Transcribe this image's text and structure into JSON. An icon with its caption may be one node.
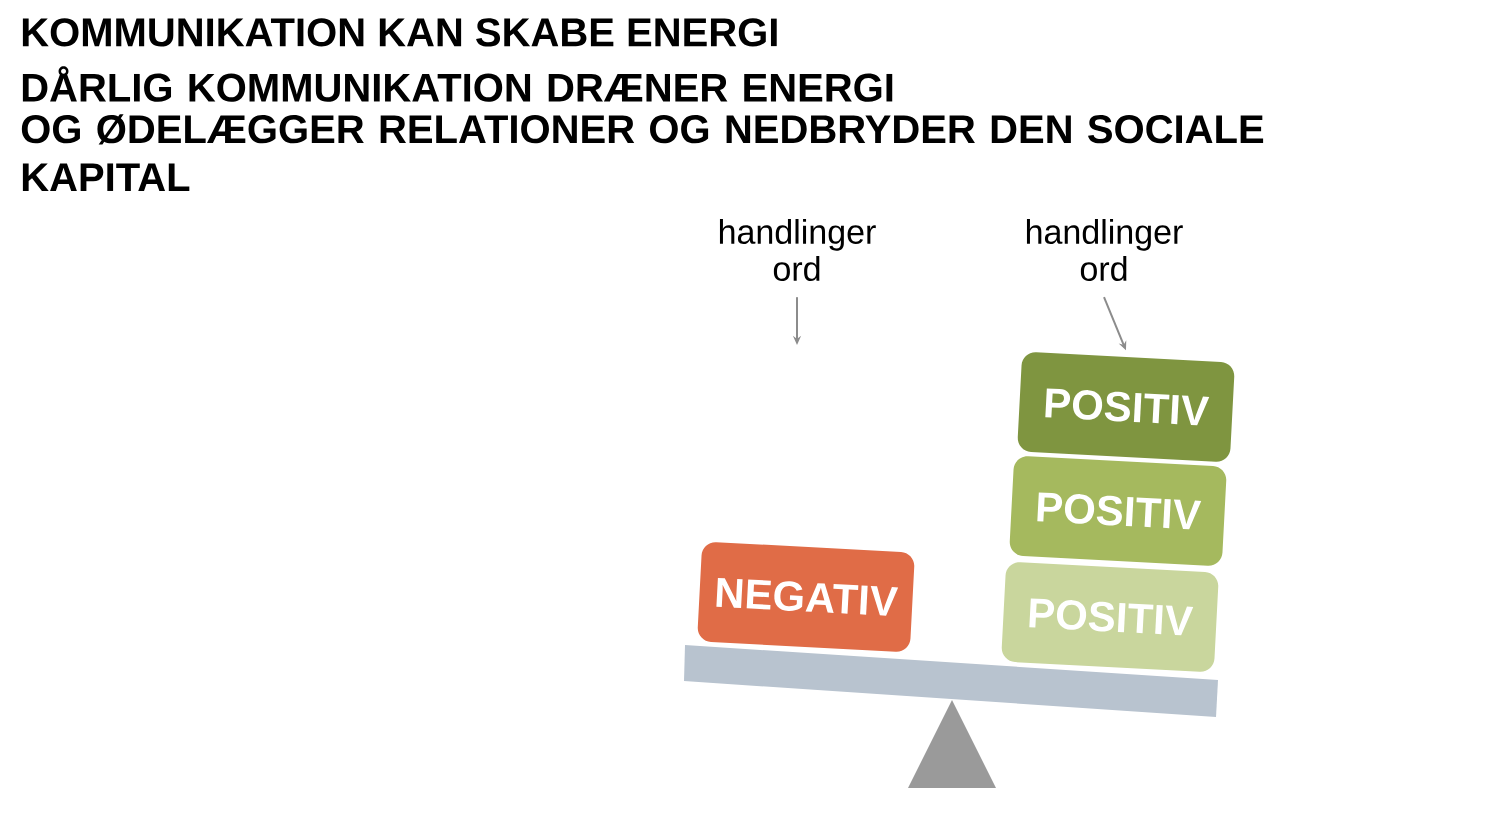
{
  "diagram": {
    "title": "KOMMUNIKATION KAN SKABE ENERGI",
    "nodes": [
      {
        "text": [
          "handlinger ord"
        ]
      },
      {
        "text": [
          "handlinger ord"
        ]
      },
      {
        "text": [
          "NEGATIV"
        ]
      },
      {
        "text": [
          "POSITIV"
        ]
      },
      {
        "text": [
          "POSITIV"
        ]
      },
      {
        "text": [
          "POSITIV"
        ]
      }
    ],
    "edges": [
      {
        "from": 0,
        "to": null,
        "arrow": "to"
      },
      {
        "from": 1,
        "to": 3,
        "arrow": "to"
      }
    ],
    "labels": [
      "DÅRLIG KOMMUNIKATION DRÆNER ENERGI",
      "OG ØDELÆGGER RELATIONER OG NEDBRYDER DEN SOCIALE KAPITAL"
    ]
  }
}
